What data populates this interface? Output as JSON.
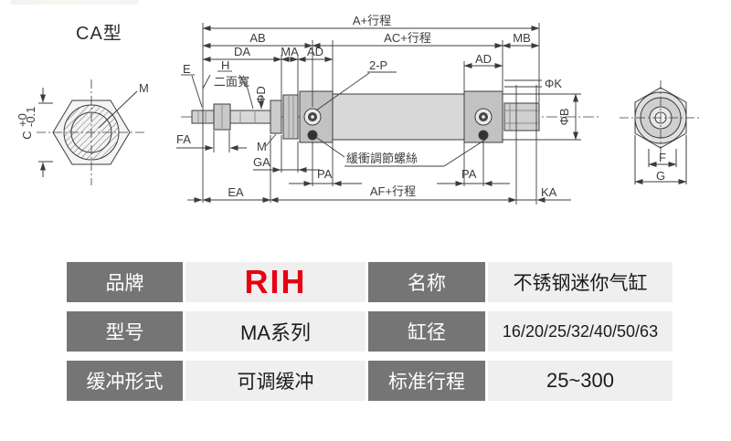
{
  "diagram": {
    "variant_label": "CA型",
    "labels": {
      "a_stroke": "A+行程",
      "ab": "AB",
      "ac_stroke": "AC+行程",
      "mb": "MB",
      "da": "DA",
      "ma": "MA",
      "ad": "AD",
      "e": "E",
      "h": "H",
      "flats": "二面寬",
      "phi_d": "ΦD",
      "two_p": "2-P",
      "phi_k": "ΦK",
      "phi_b": "ΦB",
      "m_thread": "M",
      "m_view": "M",
      "c": "C",
      "c_tol_plus": "+0",
      "c_tol_minus": "-0.1",
      "fa": "FA",
      "ga": "GA",
      "pa": "PA",
      "ea": "EA",
      "af_stroke": "AF+行程",
      "ka": "KA",
      "f": "F",
      "g": "G",
      "cushion_screw_note": "緩衝調節螺絲"
    }
  },
  "spec_table": {
    "header_bg": "#757575",
    "value_bg": "#efefef",
    "brand_color": "#e60012",
    "rows": [
      {
        "label1": "品牌",
        "value1": "RIH",
        "label2": "名称",
        "value2": "不锈钢迷你气缸"
      },
      {
        "label1": "型号",
        "value1": "MA系列",
        "label2": "缸径",
        "value2": "16/20/25/32/40/50/63"
      },
      {
        "label1": "缓冲形式",
        "value1": "可调缓冲",
        "label2": "标准行程",
        "value2": "25~300"
      }
    ]
  }
}
